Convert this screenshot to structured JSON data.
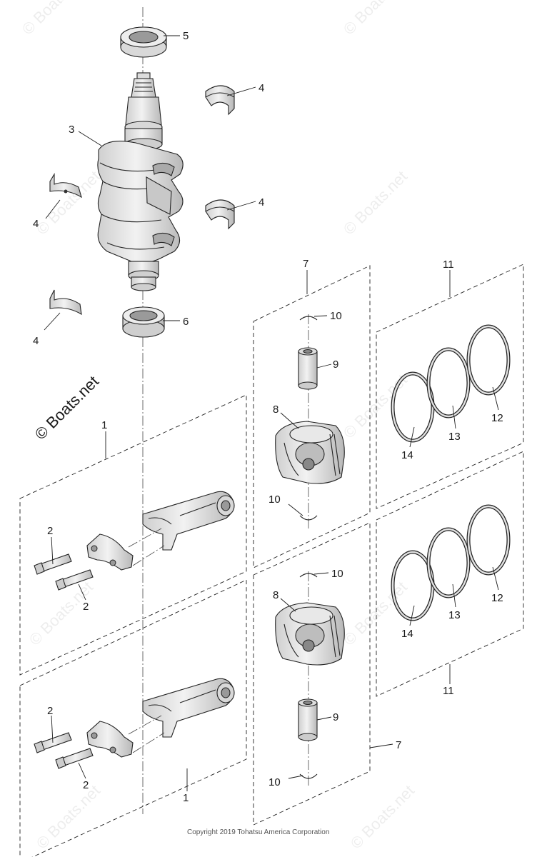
{
  "watermark": "© Boats.net",
  "copyright": "Copyright 2019 Tohatsu America Corporation",
  "callouts": {
    "c1_top": "1",
    "c1_bottom": "1",
    "c2_a": "2",
    "c2_b": "2",
    "c2_c": "2",
    "c2_d": "2",
    "c3": "3",
    "c4_a": "4",
    "c4_b": "4",
    "c4_c": "4",
    "c4_d": "4",
    "c5": "5",
    "c6": "6",
    "c7_top": "7",
    "c7_bottom": "7",
    "c8_top": "8",
    "c8_bottom": "8",
    "c9_top": "9",
    "c9_bottom": "9",
    "c10_a": "10",
    "c10_b": "10",
    "c10_c": "10",
    "c10_d": "10",
    "c11_top": "11",
    "c11_bottom": "11",
    "c12_top": "12",
    "c12_bottom": "12",
    "c13_top": "13",
    "c13_bottom": "13",
    "c14_top": "14",
    "c14_bottom": "14"
  },
  "colors": {
    "line": "#1a1a1a",
    "part_fill": "#e6e6e6",
    "part_shade": "#bdbdbd",
    "background": "#ffffff"
  }
}
